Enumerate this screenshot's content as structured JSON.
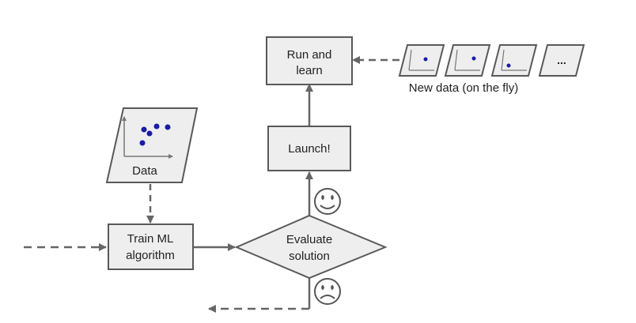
{
  "diagram": {
    "nodes": {
      "run_and_learn": {
        "line1": "Run and",
        "line2": "learn"
      },
      "launch": {
        "label": "Launch!"
      },
      "data": {
        "label": "Data"
      },
      "train": {
        "line1": "Train ML",
        "line2": "algorithm"
      },
      "evaluate": {
        "line1": "Evaluate",
        "line2": "solution"
      }
    },
    "new_data": {
      "caption": "New data (on the fly)",
      "ellipsis": "..."
    },
    "icons": {
      "happy": "smiley-face-icon",
      "sad": "sad-face-icon"
    },
    "colors": {
      "box_fill": "#eeeeee",
      "stroke": "#595959",
      "connector": "#666666",
      "dot": "#1a1aaa"
    }
  }
}
